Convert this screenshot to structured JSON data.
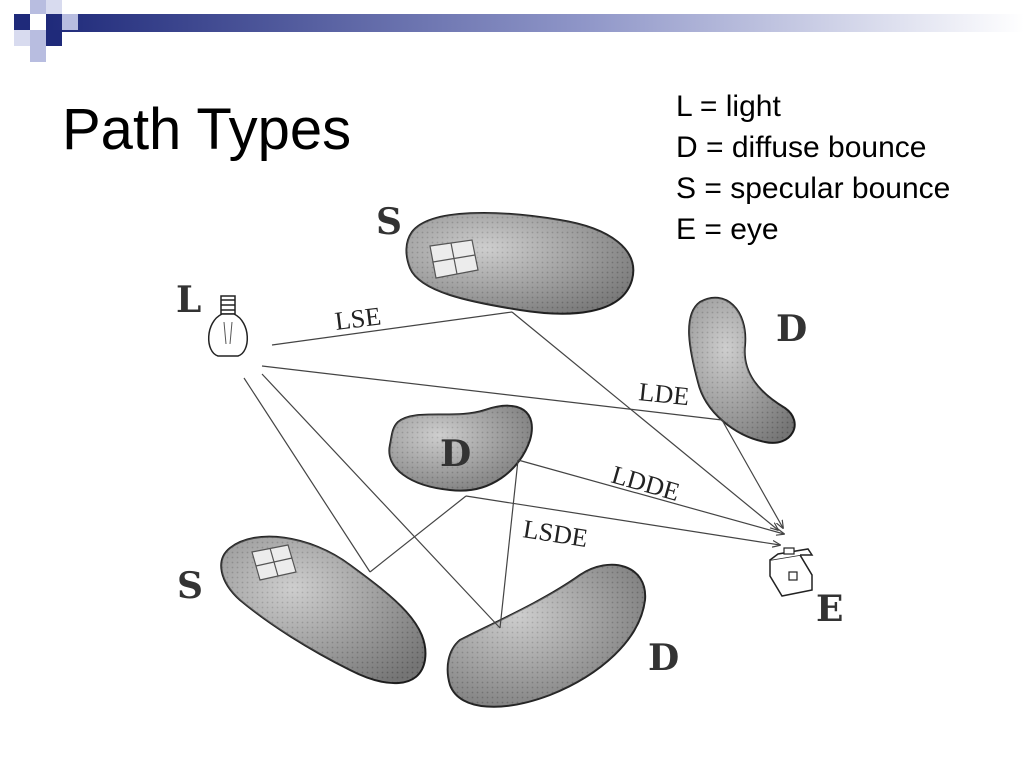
{
  "slide": {
    "title": "Path Types"
  },
  "legend": [
    {
      "text": "L = light"
    },
    {
      "text": "D = diffuse bounce"
    },
    {
      "text": "S = specular bounce"
    },
    {
      "text": "E = eye"
    }
  ],
  "diagram": {
    "nodes": {
      "light": "L",
      "specular_top": "S",
      "diffuse_right": "D",
      "diffuse_center": "D",
      "specular_bottom": "S",
      "diffuse_bottom": "D",
      "eye": "E"
    },
    "paths": {
      "lse": "LSE",
      "lde": "LDE",
      "ldde": "LDDE",
      "lsde": "LSDE"
    }
  },
  "colors": {
    "deco_navy": "#1f2a7a",
    "deco_light": "#b8bde0",
    "blob_fill": "#a9a9a9"
  }
}
